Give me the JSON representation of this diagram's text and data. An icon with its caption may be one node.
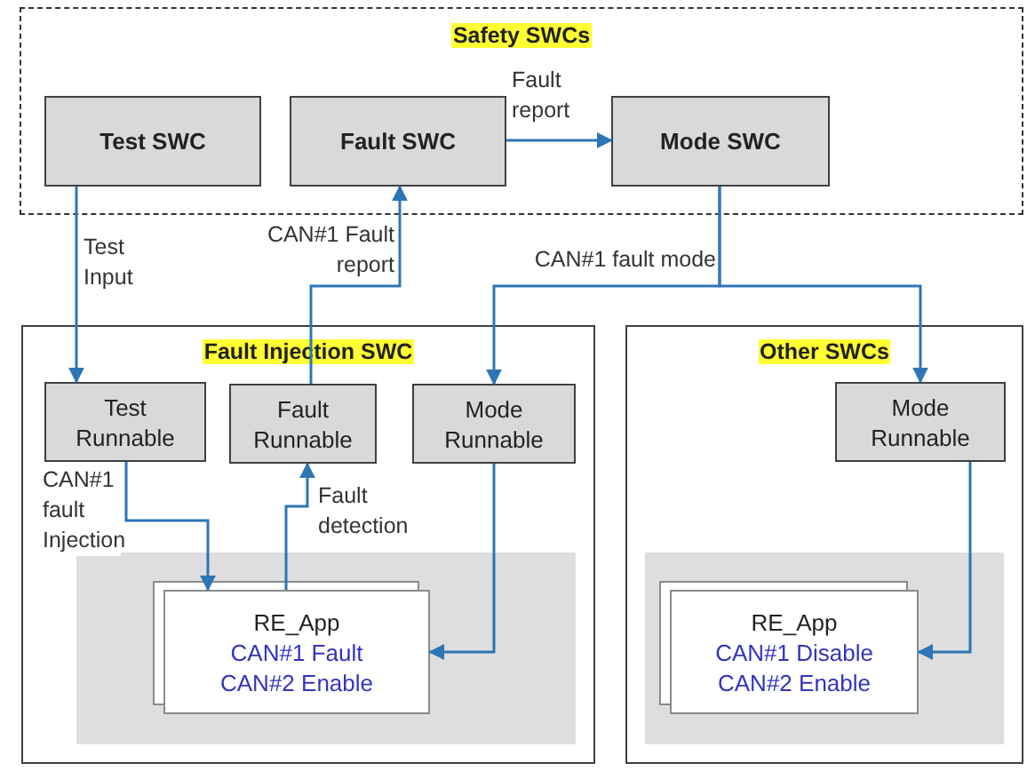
{
  "diagram": {
    "nodes": [
      {
        "text": [
          "Safety SWCs"
        ]
      },
      {
        "text": [
          "Test SWC"
        ],
        "in": 0
      },
      {
        "text": [
          "Fault SWC"
        ],
        "in": 0
      },
      {
        "text": [
          "Mode SWC"
        ],
        "in": 0
      },
      {
        "text": [
          "Fault Injection SWC"
        ]
      },
      {
        "text": [
          "Test Runnable"
        ],
        "in": 4
      },
      {
        "text": [
          "Fault Runnable"
        ],
        "in": 4
      },
      {
        "text": [
          "Mode Runnable"
        ],
        "in": 4
      },
      {
        "text": [
          "RE_App",
          "CAN#1 Fault",
          "CAN#2 Enable"
        ],
        "in": 4
      },
      {
        "text": [
          "Other SWCs"
        ]
      },
      {
        "text": [
          "Mode Runnable"
        ],
        "in": 9
      },
      {
        "text": [
          "RE_App",
          "CAN#1 Disable",
          "CAN#2 Enable"
        ],
        "in": 9
      }
    ],
    "edges": [
      {
        "from": 2,
        "to": 3,
        "arrow": "to",
        "label": "Fault report"
      },
      {
        "from": 1,
        "to": 5,
        "arrow": "to",
        "label": "Test Input"
      },
      {
        "from": 6,
        "to": 2,
        "arrow": "to",
        "label": "CAN#1 Fault report"
      },
      {
        "from": 3,
        "to": 7,
        "arrow": "to",
        "label": "CAN#1 fault mode"
      },
      {
        "from": 3,
        "to": 10,
        "arrow": "to"
      },
      {
        "from": 5,
        "to": 8,
        "arrow": "to",
        "label": "CAN#1 fault Injection"
      },
      {
        "from": 8,
        "to": 6,
        "arrow": "to",
        "label": "Fault detection"
      },
      {
        "from": 7,
        "to": 8,
        "arrow": "to"
      },
      {
        "from": 10,
        "to": 11,
        "arrow": "to"
      }
    ]
  }
}
